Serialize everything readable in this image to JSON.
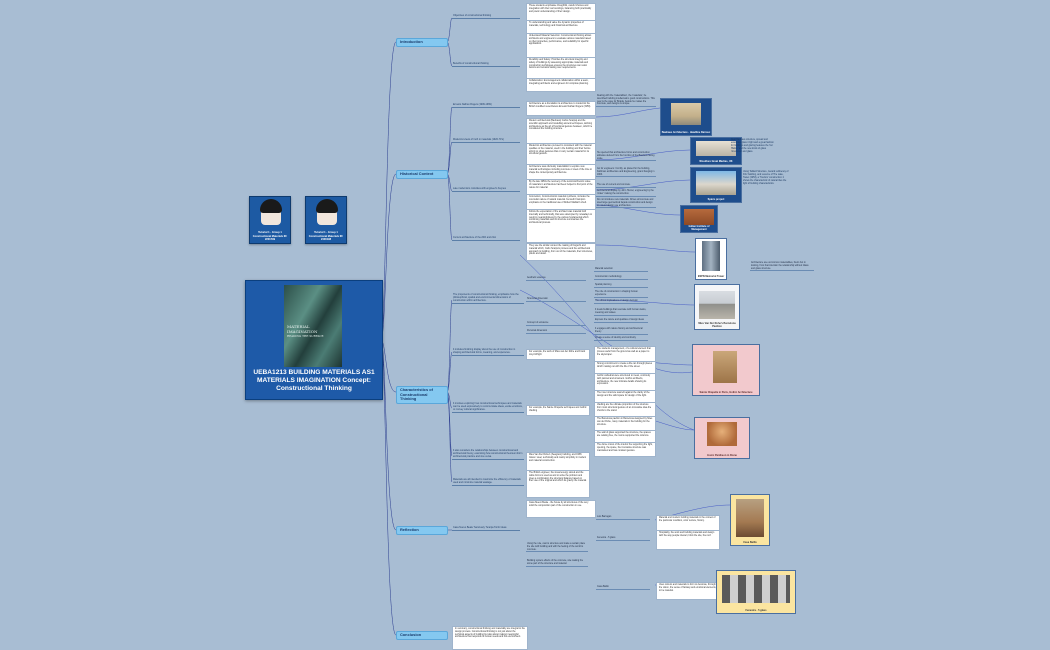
{
  "root": {
    "cover_title": "MATERIAL IMAGINATION",
    "cover_subtitle": "READING THE SURFACE",
    "title": "UEBA1213 BUILDING MATERIALS AS1 MATERIALS IMAGINATION Concept: Constructional Thinking"
  },
  "authors": [
    {
      "caption": "Tutorial 1 - Group 1 Constructional Materials ID: 2201799"
    },
    {
      "caption": "Tutorial 1 - Group 1 Constructional Materials ID: 2400198"
    }
  ],
  "branches": {
    "introduction": "Introduction",
    "historical": "Historical Context",
    "characteristics": "Characteristics of Constructional Thinking",
    "reflection": "Reflection",
    "conclusion": "Conclusion"
  },
  "intro": {
    "subs": [
      "Objectives of constructional thinking",
      "Benefits of constructional thinking"
    ],
    "leaves": [
      "These students emphasise thoughtful, careful choices and integration with their surroundings, balancing both practicality and poetic understanding of their design.",
      "To understanding and value the dynamic properties of materials, technology and historical architecture.",
      "Understand Material Selection: Constructional thinking allows architects and engineers to evaluate various materials based on their properties, performance, and suitability for specific applications.",
      "Durability and Safety: Priorities the structural integrity and safety of buildings by assessing appropriate materials and construction techniques ensures the structures can resist factors and remains lasting over requirements.",
      "Collaboration: Encouragement collaboration within a team, integrating architects and engineers for complete planning."
    ]
  },
  "hist": {
    "subs": [
      "Ernesto Nathan Rogers (1909-1969)",
      "Modernist views of truth in materials (1920-70's)",
      "Late modernism coincides with engineer's Keynes",
      "Current architecture of the 20th and 21st"
    ],
    "leaves": [
      "Architecture as a foundation to architecture to modernist the British modified nevertheless Ernesto Nathan Rogers (1950).",
      "Modern architectural (Bauhaus) Carlos Scarpa) and the scientific approach and modelling ancient techniques, defining architecture as the art of functional gesture between, which he considered the building structure.",
      "Modernist architecture pursued to consistent with the material qualities or the material, used in the building and their before strictly to show gestures that or carry certain material for its structural gesture.",
      "Architecture was obviously materialistic to explore new material technologies including concrete or steel of the time to shape the contemporary architecture.",
      "By the late 1950s the recovery of the tectonics/rhetoric value of materials in architecture had been helped to find point of the nature for material.",
      "Concretism, Constructionist material synthesis, includes the concretist nature of natural material. Kenneth Frampton emphasis on the traditional use of Robert Maillart's shell.",
      "Follow the expectation of the architect was material both internally and technically, that were attempted by nowadays to result in meaningfulness by the various fundamental which combining materials and its structure summarises the architectural process.",
      "They use the similar context the making of Noguchi and material which, Carlo Scarpa's process and the architectural approach to building, from out of the materials, their structures, poetic and detail."
    ],
    "notes": [
      "Dealing with the 'materialities', the 'materials', he described building intellectual is good constructions. This year is the case for Braida, beside he makes the concrete, and designs is unique.",
      "He rejected that architecture forms and construction attitudes derived from the function of the Bauhaus facing scale.",
      "Go for engineers: Cornfly, as placed for the building, Kahlman architecture and Engineering, grand hanging in 1963.",
      "The use of cement and concrete.",
      "Architectural display by John Hunter, engineering by the 'crater' making the construction.",
      "Do not introduce new materials. Drives all concrete and steel large geometrical façade construction and design to extend design use architecture.",
      "Architecture use uncommon materialities, theirs but in looking, from that intention the relationship without Glass and glass structure."
    ],
    "side_notes": [
      "Real Bauhaus structure, spread and examples glass it light and a great fashion for buildings and glazing features the 'Ice' 'Ballon' and the new kinds of glass 'structures' and glass.",
      "Using Taillard Structure, Gerard Lubbenoy of Fritz building, and Lucerne of The Lake, Tower (1953), a 'Tourism' construction: it shows the characteristic of natural tiles the light of building characteristics."
    ],
    "images": [
      {
        "label": "Bauhaus Architecture - Headline Darrasc"
      },
      {
        "label": "Woodlore Great Madras, UK"
      },
      {
        "label": "Spiers project"
      },
      {
        "label": "Indian Institute of Management"
      },
      {
        "label": "ESPN Memorial Tower"
      }
    ]
  },
  "char": {
    "subs": [
      "The proponents of constructional thinking, emphasize how the philosophical, spatial and environmental dimensions of construction within architecture.",
      "It includes finishing display about the use of construction in shaping architectural forms, meaning, and experience.",
      "It involves exploring how constructional techniques and materials can be used expressively to communicate ideas, evoke emotions, or convey cultural significance.",
      "It also considers the relationships between constructional and architectural theory, examining how constructional theories inform architectural practice and vice versa.",
      "Materials are all intended to maximize the efficiency of materials used and minimize material wastage."
    ],
    "mids": [
      "Aesthetic essence",
      "Structural dimension",
      "Concept of existence",
      "Personal dimension",
      "For example, the work of Mies van der Rohe and Frank Lloyd Wright",
      "For example, the Sainte Chapelle techniques and Gothic Vaulting",
      "Mies Van Der Rohe's Barcelona Pavilion",
      "The Pantheon in Rome"
    ],
    "leaves": [
      "Material selection",
      "Construction methodology",
      "Spatial planning",
      "The role of construction in shaping human experience",
      "The ethical implications of design decision",
      "It treats buildings that resonate with human desire, meaning and values",
      "Express the nature and qualities of design ideas",
      "It engages with nature history and architectural theory",
      "Create a sense of identity and continuity",
      "The students management, of a cultural element that proves useful from the ground as well as a paper to the skyscraper.",
      "Strong commitment to create a life can through places which making out with the life of the street.",
      "Gothic cathedral were structured to mean, continuity with painted and ornament. Gothic architects, architecture, the new intricate details showing its expression.",
      "The inner structure was left against the clarity of the design and the solid space for design of the light.",
      "Vaulting are the ultimate proportion of the structure from most structural gesture of an innovative idea the chords to the stand.",
      "The Barcelona pavilion in Barcelona designed by Mies van der Rohe, many materials in the building for the structure.",
      "The wall of glass supported the structure, the spaces are relating free, the rooms supported the columns.",
      "The dome crown of the interior the supporting the light, opening, the space, the innovative structure was maintained and has constant gesture.",
      "Mies Van Der Rohe's (Seagram) building, and 1958. Glass / steel, technically and mainly simplicity in modern and material construction.",
      "The British engineer, the visual energy stored and the cable forms is used as and to solve the problem and gives a combination the structural balance based on their use of the original and which its gravity the material."
    ],
    "images": [
      {
        "label": "Mies Van Der Rohe's Barcelona Pavilion"
      },
      {
        "label": "Sainte Chapelle in Paris, Gothic Architecture"
      },
      {
        "label": "Iconic Pantheon in Rome"
      }
    ]
  },
  "refl": {
    "sub": "Casa Nuevo Beale 'Sanctuary' Scarpa Tomb Ideas",
    "leaves": [
      "Casa Nuevo Beale - the house by all structures of the very solid the composition part of the construction in use.",
      "Using the rule, cast to structure and make a certain place the site with building and with the feeling of the world to concrete.",
      "Building system effects of the concrete, site making the stone part of the structure and material."
    ],
    "items": [
      {
        "label": "Luis Barragan",
        "text": "Material and modern building materials in the context of the particular condition, color texture, history."
      },
      {
        "label": "Fenestra - 5 glass",
        "text": "Hospitality, the work and building materials and design with the way people interact, brick the site, the roof."
      },
      {
        "label": "Casa Batllo",
        "text": "Uses colours and materials to form to decorate, through the vision, the sense of fantasy and emotional elements, to be material."
      }
    ],
    "images": [
      {
        "label": "Casa Batllo"
      },
      {
        "label": "Fenestra - 5 glass"
      }
    ]
  },
  "concl": {
    "leaf": "In summary, constructional thinking and materiality are integral to the design process. Constructional thinking is not just about the technical aspects of building but also about making meaningful architecture that responds to human needs and the environment."
  }
}
